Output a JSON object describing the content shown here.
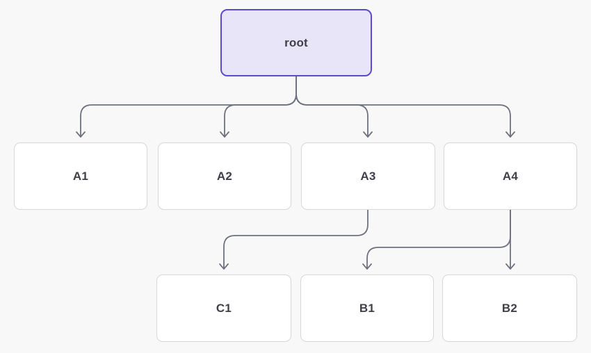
{
  "diagram": {
    "type": "tree-flowchart",
    "background_color": "#f8f8f9",
    "edge_color": "#6f7080",
    "node_text_color": "#3f3f49",
    "root_style": {
      "border_color": "#5b49cf",
      "fill_color": "#e9e5f8"
    },
    "child_style": {
      "border_color": "#d6d6dc",
      "fill_color": "#ffffff"
    },
    "nodes": [
      {
        "id": "root",
        "label": "root",
        "level": 0
      },
      {
        "id": "A1",
        "label": "A1",
        "level": 1
      },
      {
        "id": "A2",
        "label": "A2",
        "level": 1
      },
      {
        "id": "A3",
        "label": "A3",
        "level": 1
      },
      {
        "id": "A4",
        "label": "A4",
        "level": 1
      },
      {
        "id": "C1",
        "label": "C1",
        "level": 2
      },
      {
        "id": "B1",
        "label": "B1",
        "level": 2
      },
      {
        "id": "B2",
        "label": "B2",
        "level": 2
      }
    ],
    "edges": [
      {
        "from": "root",
        "to": "A1"
      },
      {
        "from": "root",
        "to": "A2"
      },
      {
        "from": "root",
        "to": "A3"
      },
      {
        "from": "root",
        "to": "A4"
      },
      {
        "from": "A3",
        "to": "C1"
      },
      {
        "from": "A4",
        "to": "B1"
      },
      {
        "from": "A4",
        "to": "B2"
      }
    ]
  }
}
